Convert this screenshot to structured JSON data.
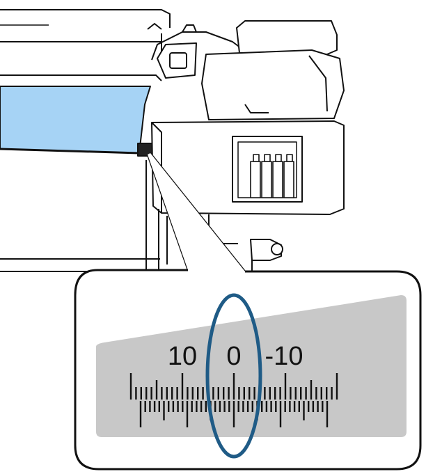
{
  "figure": {
    "scale_labels": [
      "10",
      "0",
      "-10"
    ],
    "colors": {
      "paper": "#a6d3f5",
      "scale_background": "#c8c8c8",
      "highlight_ellipse": "#1f5b86",
      "outline": "#111111"
    },
    "icons": [
      "printer-icon",
      "callout-magnifier-icon",
      "alignment-scale-icon"
    ]
  }
}
